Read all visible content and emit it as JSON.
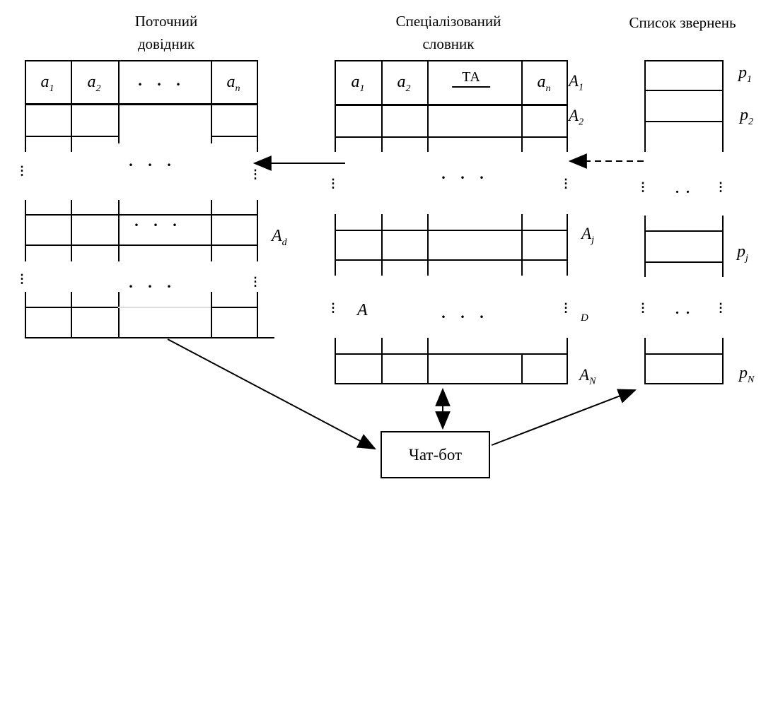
{
  "left_table": {
    "title_line1": "Поточний",
    "title_line2": "довідник",
    "col1": {
      "base": "a",
      "sub": "1"
    },
    "col2": {
      "base": "a",
      "sub": "2"
    },
    "coln": {
      "base": "a",
      "sub": "n"
    },
    "row_d": {
      "base": "A",
      "sub": "d"
    }
  },
  "center_table": {
    "title_line1": "Спеціалізований",
    "title_line2": "словник",
    "col1": {
      "base": "a",
      "sub": "1"
    },
    "col2": {
      "base": "a",
      "sub": "2"
    },
    "col_ta": "ТА",
    "coln": {
      "base": "a",
      "sub": "n"
    },
    "row_1": {
      "base": "A",
      "sub": "1"
    },
    "row_2": {
      "base": "A",
      "sub": "2"
    },
    "row_j": {
      "base": "A",
      "sub": "j"
    },
    "row_N": {
      "base": "A",
      "sub": "N"
    },
    "mid_A": "A",
    "mid_D": "D"
  },
  "right_table": {
    "title": "Список звернень",
    "row_1": {
      "base": "p",
      "sub": "1"
    },
    "row_2": {
      "base": "p",
      "sub": "2"
    },
    "row_j": {
      "base": "p",
      "sub": "j"
    },
    "row_N": {
      "base": "p",
      "sub": "N"
    }
  },
  "chatbot": {
    "label": "Чат-бот"
  },
  "dots": {
    "h3": ". . .",
    "h2": ". .",
    "v": "⋮"
  },
  "colors": {
    "line": "#000000",
    "faint_line": "#dcdcdc",
    "background": "#ffffff"
  }
}
